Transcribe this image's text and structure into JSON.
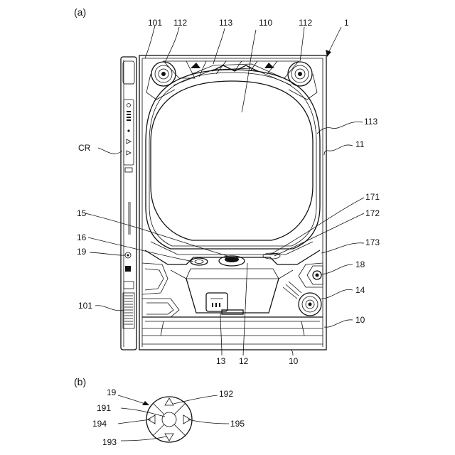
{
  "panels": {
    "a": "(a)",
    "b": "(b)"
  },
  "labels": {
    "l101_top": "101",
    "l112_left": "112",
    "l113_top": "113",
    "l110": "110",
    "l112_right": "112",
    "l1": "1",
    "l113_right": "113",
    "l11": "11",
    "lCR": "CR",
    "l171": "171",
    "l15": "15",
    "l172": "172",
    "l16": "16",
    "l173": "173",
    "l19_a": "19",
    "l18": "18",
    "l14": "14",
    "l101_bottom": "101",
    "l10_right": "10",
    "l13": "13",
    "l12": "12",
    "l10_bottom": "10",
    "l19_b": "19",
    "l192": "192",
    "l191": "191",
    "l194": "194",
    "l195": "195",
    "l193": "193"
  }
}
